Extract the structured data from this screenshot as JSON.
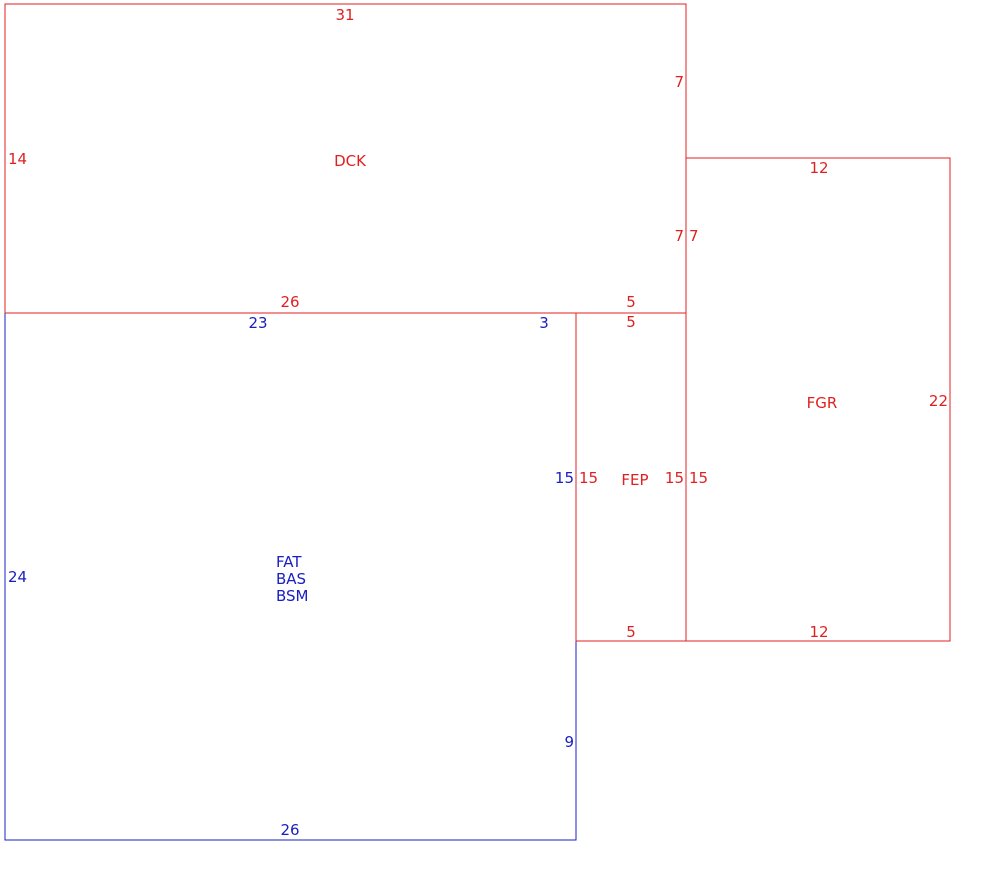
{
  "colors": {
    "red": "#e02020",
    "blue": "#1a20c0"
  },
  "areas": {
    "dck": {
      "labels": [
        "DCK"
      ],
      "color": "red",
      "dims": [
        "31",
        "7",
        "14",
        "7",
        "26",
        "5"
      ]
    },
    "fgr": {
      "labels": [
        "FGR"
      ],
      "color": "red",
      "dims": [
        "12",
        "7",
        "22",
        "15",
        "12"
      ]
    },
    "fep": {
      "labels": [
        "FEP"
      ],
      "color": "red",
      "dims": [
        "5",
        "15",
        "15",
        "5"
      ]
    },
    "main": {
      "labels": [
        "FAT",
        "BAS",
        "BSM"
      ],
      "color": "blue",
      "dims": [
        "23",
        "3",
        "15",
        "24",
        "9",
        "26"
      ]
    }
  }
}
